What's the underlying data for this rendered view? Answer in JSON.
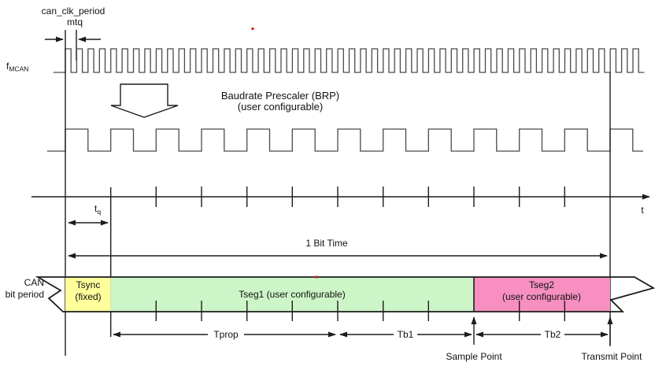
{
  "colors": {
    "line": "#1c1c1c",
    "wave": "#4a4a4a",
    "tsync_fill": "#ffff9c",
    "tseg1_fill": "#ccf5c8",
    "tseg2_fill": "#f78fc0",
    "marker_red": "#e01818"
  },
  "clock_section": {
    "can_clk_period_label": "can_clk_period",
    "mtq_label": "mtq",
    "fmcan_label": "f",
    "fmcan_sub": "MCAN"
  },
  "prescaler": {
    "line1": "Baudrate Prescaler (BRP)",
    "line2": "(user configurable)"
  },
  "axis": {
    "t_label": "t",
    "tq_label": "t",
    "tq_sub": "q",
    "bit_time_label": "1 Bit Time"
  },
  "bit_period_bar": {
    "side_label_line1": "CAN",
    "side_label_line2": "bit period",
    "tsync_line1": "Tsync",
    "tsync_line2": "(fixed)",
    "tseg1_label": "Tseg1 (user configurable)",
    "tseg2_line1": "Tseg2",
    "tseg2_line2": "(user configurable)"
  },
  "timing_arrows": {
    "tprop_label": "Tprop",
    "tb1_label": "Tb1",
    "tb2_label": "Tb2",
    "sample_point_label": "Sample Point",
    "transmit_point_label": "Transmit Point"
  }
}
